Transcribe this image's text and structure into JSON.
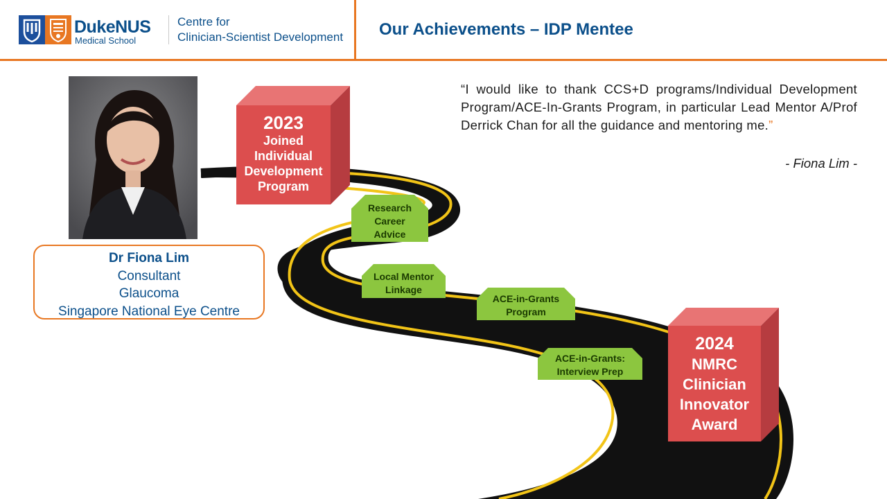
{
  "colors": {
    "navy": "#0b4f8a",
    "orange": "#e87722",
    "box_front": "#dc4e4e",
    "box_top": "#e87474",
    "box_side": "#b63c40",
    "label_green": "#8cc63f",
    "label_text": "#1a3a00",
    "road": "#111111",
    "road_line": "#f2c417"
  },
  "header": {
    "brand_name": "DukeNUS",
    "brand_sub": "Medical School",
    "centre_line1": "Centre for",
    "centre_line2": "Clinician-Scientist Development",
    "title": "Our Achievements – IDP Mentee"
  },
  "profile": {
    "name": "Dr Fiona Lim",
    "role": "Consultant",
    "department": "Glaucoma",
    "institution": "Singapore National Eye Centre"
  },
  "milestones": [
    {
      "year": "2023",
      "line1": "Joined",
      "line2": "Individual",
      "line3": "Development",
      "line4": "Program"
    },
    {
      "year": "2024",
      "line1": "NMRC",
      "line2": "Clinician",
      "line3": "Innovator",
      "line4": "Award"
    }
  ],
  "steps": [
    {
      "line1": "Research",
      "line2": "Career",
      "line3": "Advice"
    },
    {
      "line1": "Local Mentor",
      "line2": "Linkage"
    },
    {
      "line1": "ACE-in-Grants",
      "line2": "Program"
    },
    {
      "line1": "ACE-in-Grants:",
      "line2": "Interview Prep"
    }
  ],
  "quote": {
    "open_mark": "“",
    "text": "I would like to thank CCS+D programs/Individual Development Program/ACE-In-Grants Program, in particular Lead Mentor A/Prof Derrick Chan for all the guidance and mentoring me.",
    "close_mark": "”",
    "attribution": "- Fiona Lim -"
  }
}
